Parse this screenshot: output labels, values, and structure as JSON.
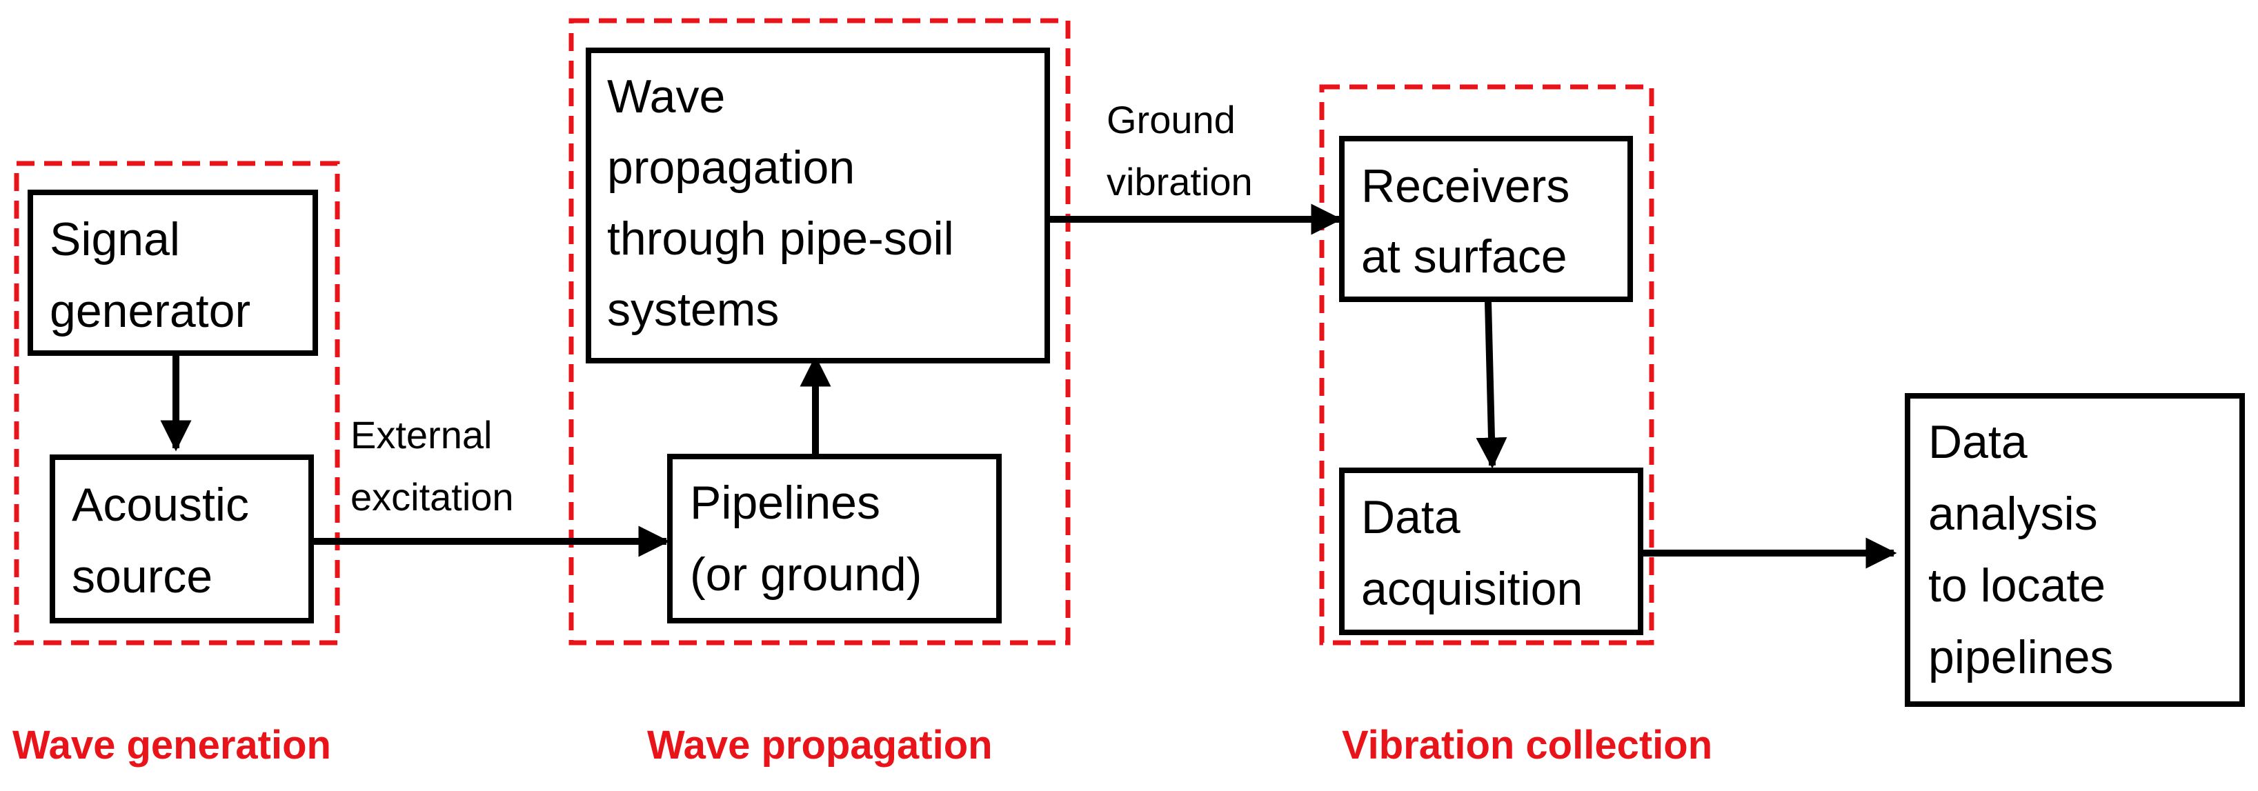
{
  "colors": {
    "group_border": "#e8141a",
    "group_label": "#e8141a",
    "box_border": "#000000",
    "arrow": "#000000"
  },
  "groups": {
    "wave_generation": {
      "label": "Wave generation"
    },
    "wave_propagation": {
      "label": "Wave propagation"
    },
    "vibration_collection": {
      "label": "Vibration collection"
    }
  },
  "nodes": {
    "signal_generator": {
      "lines": [
        "Signal",
        "generator"
      ]
    },
    "acoustic_source": {
      "lines": [
        "Acoustic",
        "source"
      ]
    },
    "wave_propagation": {
      "lines": [
        "Wave",
        "propagation",
        "through pipe-soil",
        "systems"
      ]
    },
    "pipelines": {
      "lines": [
        "Pipelines",
        "(or ground)"
      ]
    },
    "receivers": {
      "lines": [
        "Receivers",
        "at surface"
      ]
    },
    "data_acquisition": {
      "lines": [
        "Data",
        "acquisition"
      ]
    },
    "data_analysis": {
      "lines": [
        "Data",
        "analysis",
        "to locate",
        "pipelines"
      ]
    }
  },
  "edges": {
    "external_excitation": {
      "lines": [
        "External",
        "excitation"
      ]
    },
    "ground_vibration": {
      "lines": [
        "Ground",
        "vibration"
      ]
    }
  }
}
